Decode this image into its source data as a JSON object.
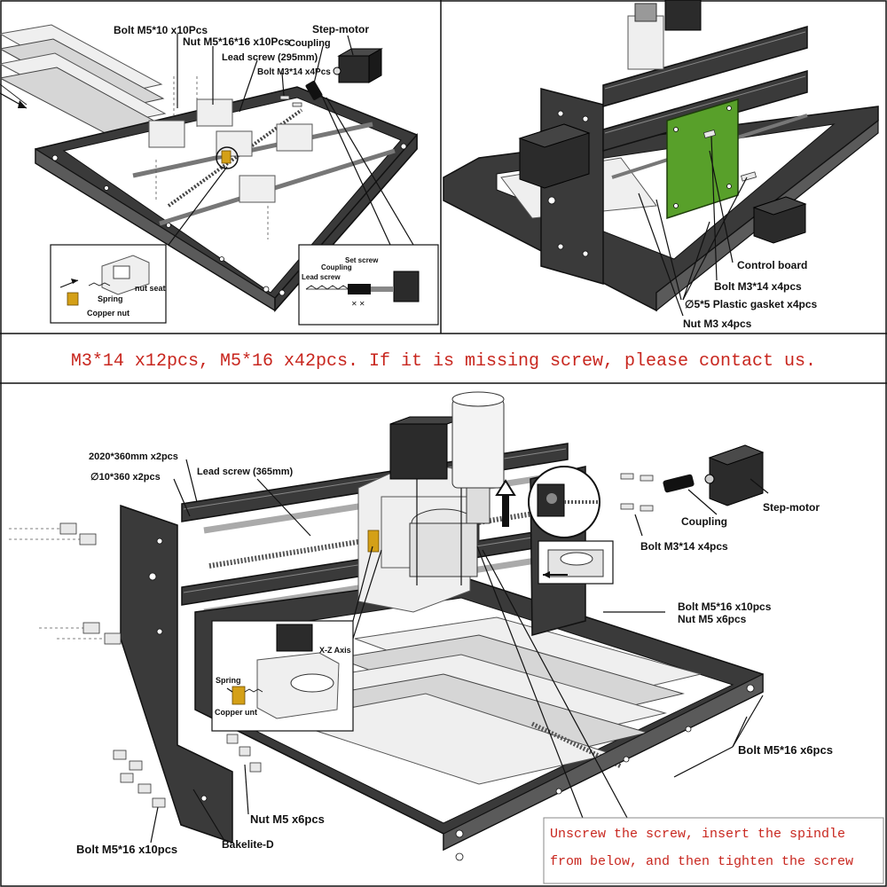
{
  "colors": {
    "accent_red": "#c8261e",
    "board_green": "#58a02a",
    "frame_dark": "#3a3a3a",
    "aluminum": "#d6d6d6",
    "brass": "#d4a017"
  },
  "panel_tl": {
    "labels": {
      "bolt_m5_10": "Bolt M5*10 x10Pcs",
      "nut_m5": "Nut M5*16*16 x10Pcs",
      "step_motor": "Step-motor",
      "coupling": "Coupling",
      "lead_screw": "Lead screw (295mm)",
      "bolt_m3_14": "Bolt M3*14 x4Pcs"
    },
    "inset_nut": {
      "nut_seat": "nut seat",
      "spring": "Spring",
      "copper_nut": "Copper nut"
    },
    "inset_coupling": {
      "set_screw": "Set screw",
      "coupling": "Coupling",
      "lead_screw": "Lead screw"
    }
  },
  "panel_tr": {
    "labels": {
      "control_board": "Control board",
      "bolt_m3_14": "Bolt M3*14 x4pcs",
      "plastic_gasket": "∅5*5 Plastic gasket x4pcs",
      "nut_m3": "Nut M3 x4pcs"
    }
  },
  "banner": "M3*14 x12pcs, M5*16 x42pcs. If it is missing screw, please contact us.",
  "panel_bottom": {
    "labels": {
      "profile": "2020*360mm x2pcs",
      "rods": "∅10*360 x2pcs",
      "lead_screw": "Lead screw (365mm)",
      "step_motor": "Step-motor",
      "coupling": "Coupling",
      "bolt_m3_14": "Bolt M3*14 x4pcs",
      "bolt_m5_16_10": "Bolt M5*16 x10pcs",
      "nut_m5_6": "Nut M5 x6pcs",
      "bolt_m5_16_6": "Bolt M5*16 x6pcs",
      "nut_m5_6_bottom": "Nut M5 x6pcs",
      "bakelite": "Bakelite-D",
      "bolt_m5_16_10_bottom": "Bolt M5*16 x10pcs"
    },
    "inset_xz": {
      "axis": "X-Z Axis",
      "spring": "Spring",
      "copper_nut": "Copper unt"
    },
    "note_line1": "Unscrew the screw, insert the spindle",
    "note_line2": "from below, and then tighten the screw"
  }
}
